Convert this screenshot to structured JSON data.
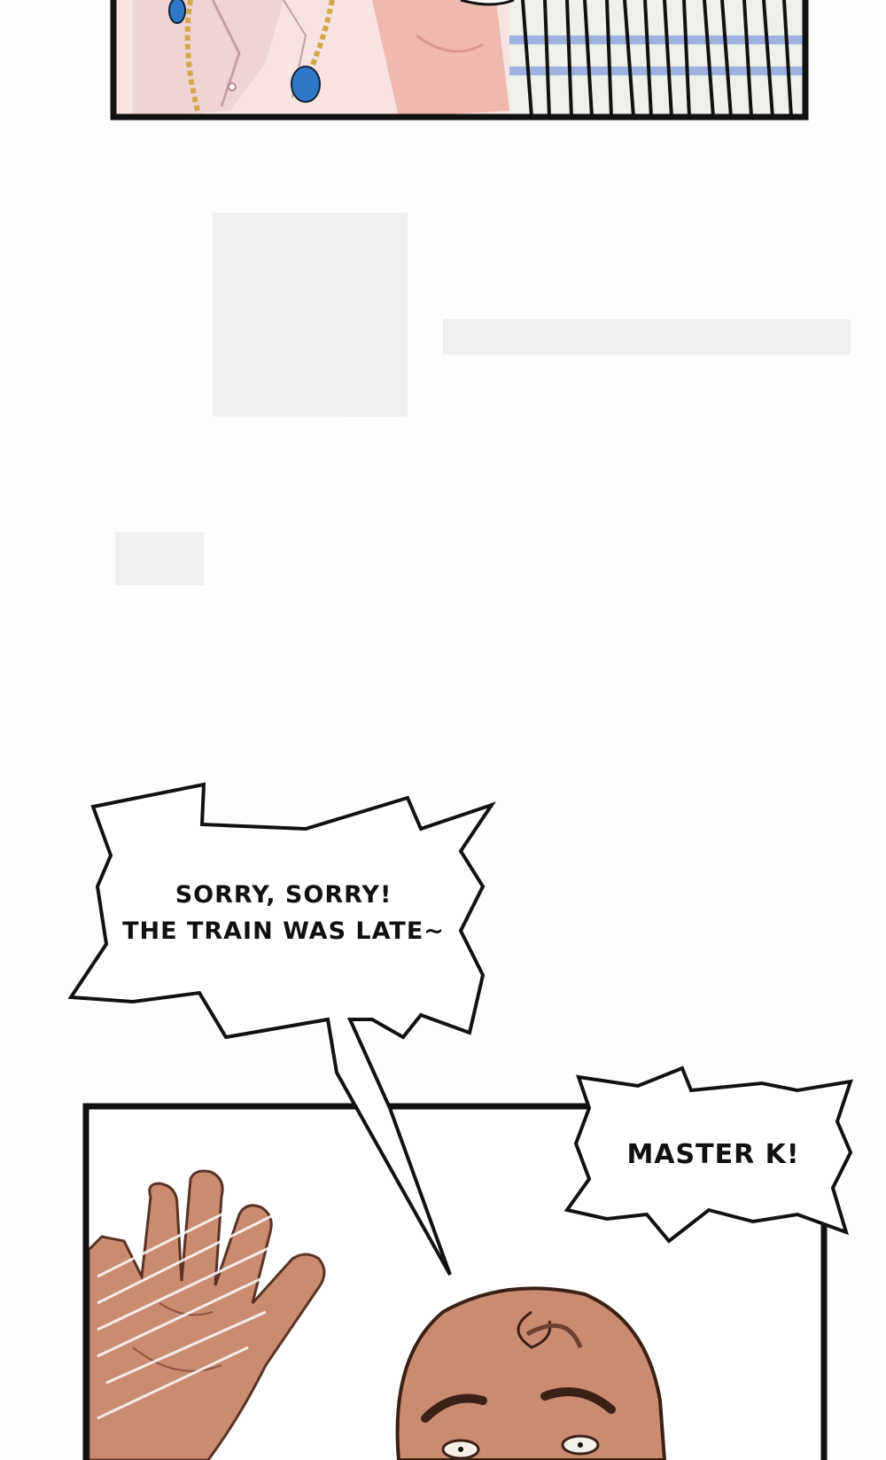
{
  "panels": [
    {
      "name": "top-panel",
      "description_hidden": true
    },
    {
      "name": "bottom-panel",
      "description_hidden": true
    }
  ],
  "bubbles": {
    "main": {
      "lines": [
        "SORRY, SORRY!",
        "THE TRAIN WAS LATE~"
      ]
    },
    "side": {
      "text": "MASTER K!"
    }
  },
  "colors": {
    "page_bg": "#fdfdfd",
    "panel_border": "#111111",
    "skin": "#c98c71",
    "skin_shadow": "#9e6550",
    "shirt": "#f3d7d6",
    "necklace_gold": "#d4a74a",
    "gem_blue": "#2f78c7"
  }
}
